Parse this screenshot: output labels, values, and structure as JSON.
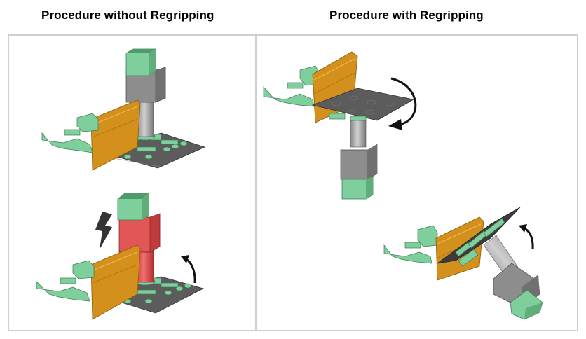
{
  "figure": {
    "panels": [
      {
        "title": "Procedure without Regripping",
        "scenes": [
          {
            "description": "Robot gripper holding sheet-metal part upright over fixture; part aligned against orange profile",
            "state": "normal"
          },
          {
            "description": "Gripper collides with part; collision indicated by lightning symbol and red-highlighted robot flange",
            "state": "collision",
            "annotation": "lightning-bolt",
            "motion": "tilt-up-arrow"
          }
        ]
      },
      {
        "title": "Procedure with Regripping",
        "scenes": [
          {
            "description": "Part gripped from below with gripper inverted; curved arrow indicates rotation",
            "state": "regrip",
            "motion": "rotate-arrow"
          },
          {
            "description": "Tilted gripper places part against profile at angle; curved arrow indicates tilt",
            "state": "placed",
            "motion": "tilt-up-arrow"
          }
        ]
      }
    ],
    "colors": {
      "profile_orange": "#d4901c",
      "gripper_green": "#7fcf9c",
      "robot_gray": "#8c8c8c",
      "collision_red": "#e05050",
      "sheet_dark": "#5a5a5a",
      "arrow_black": "#111111",
      "frame_gray": "#cfcfcf"
    }
  }
}
